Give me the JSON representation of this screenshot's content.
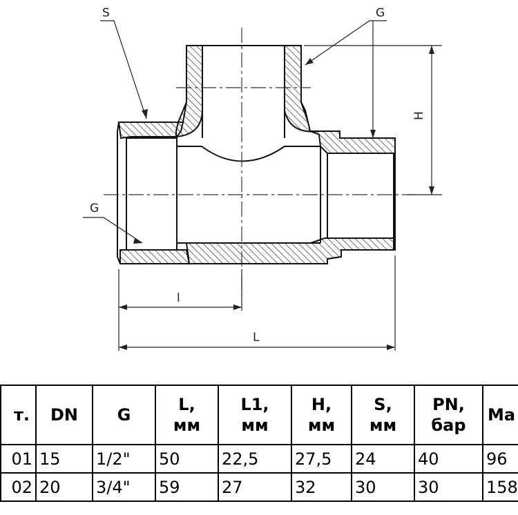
{
  "drawing": {
    "labels": {
      "S": "S",
      "G_top": "G",
      "G_left": "G",
      "H": "H",
      "l": "l",
      "L": "L"
    }
  },
  "table": {
    "headers": [
      {
        "line1": "т.",
        "line2": ""
      },
      {
        "line1": "DN",
        "line2": ""
      },
      {
        "line1": "G",
        "line2": ""
      },
      {
        "line1": "L,",
        "line2": "мм"
      },
      {
        "line1": "L1,",
        "line2": "мм"
      },
      {
        "line1": "H,",
        "line2": "мм"
      },
      {
        "line1": "S,",
        "line2": "мм"
      },
      {
        "line1": "PN,",
        "line2": "бар"
      },
      {
        "line1": "Ма",
        "line2": ""
      }
    ],
    "rows": [
      [
        "01",
        "15",
        "1/2\"",
        "50",
        "22,5",
        "27,5",
        "24",
        "40",
        "96"
      ],
      [
        "02",
        "20",
        "3/4\"",
        "59",
        "27",
        "32",
        "30",
        "30",
        "158"
      ]
    ]
  }
}
